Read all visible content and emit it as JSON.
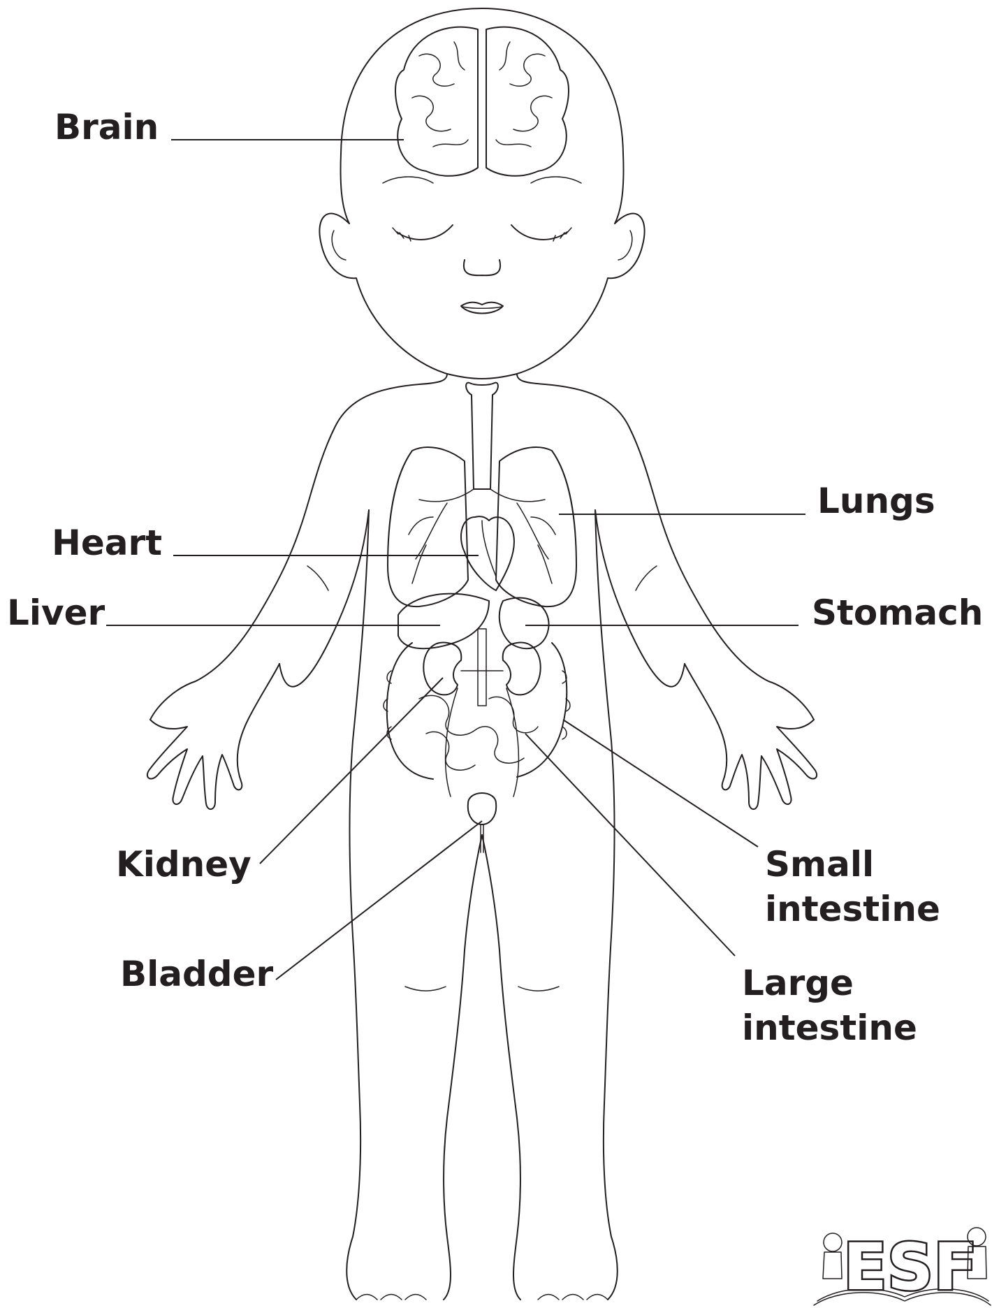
{
  "labels": {
    "brain": "Brain",
    "heart": "Heart",
    "liver": "Liver",
    "lungs": "Lungs",
    "stomach": "Stomach",
    "kidney": "Kidney",
    "bladder": "Bladder",
    "small_intestine_line1": "Small",
    "small_intestine_line2": "intestine",
    "large_intestine_line1": "Large",
    "large_intestine_line2": "intestine"
  },
  "logo": {
    "text": "ESF"
  },
  "colors": {
    "ink": "#231f20",
    "background": "#ffffff"
  }
}
